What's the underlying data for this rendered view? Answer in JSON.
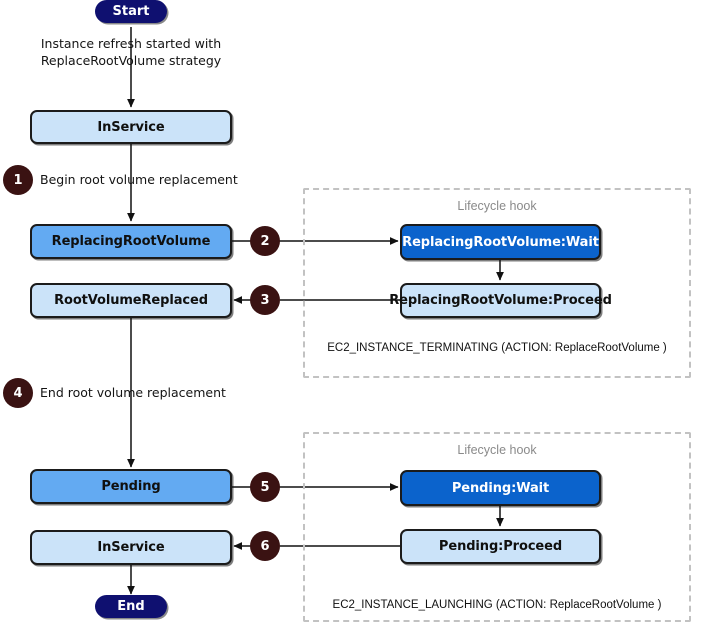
{
  "diagram": {
    "title": "Instance refresh with ReplaceRootVolume strategy state machine",
    "colors": {
      "terminator": "#0f1070",
      "state_light": "#cbe3f9",
      "state_mid": "#63aaf2",
      "state_dark": "#0b63cc",
      "badge": "#3a1212",
      "hook_border": "#c2c2c2",
      "hook_title": "#8a8a8a",
      "edge": "#141414"
    },
    "terminators": {
      "start": "Start",
      "end": "End"
    },
    "states": {
      "in_service_top": "InService",
      "replacing_root_volume": "ReplacingRootVolume",
      "root_volume_replaced": "RootVolumeReplaced",
      "pending": "Pending",
      "in_service_bottom": "InService"
    },
    "hook_states": {
      "replacing_wait": "ReplacingRootVolume:Wait",
      "replacing_proceed": "ReplacingRootVolume:Proceed",
      "pending_wait": "Pending:Wait",
      "pending_proceed": "Pending:Proceed"
    },
    "edge_labels": {
      "start_to_inservice": "Instance refresh started with\nReplaceRootVolume strategy",
      "begin_replacement": "Begin root volume replacement",
      "end_replacement": "End root volume replacement"
    },
    "badges": {
      "one": "1",
      "two": "2",
      "three": "3",
      "four": "4",
      "five": "5",
      "six": "6"
    },
    "hooks": [
      {
        "title": "Lifecycle hook",
        "caption": "EC2_INSTANCE_TERMINATING (ACTION: ReplaceRootVolume )"
      },
      {
        "title": "Lifecycle hook",
        "caption": "EC2_INSTANCE_LAUNCHING (ACTION: ReplaceRootVolume )"
      }
    ]
  }
}
